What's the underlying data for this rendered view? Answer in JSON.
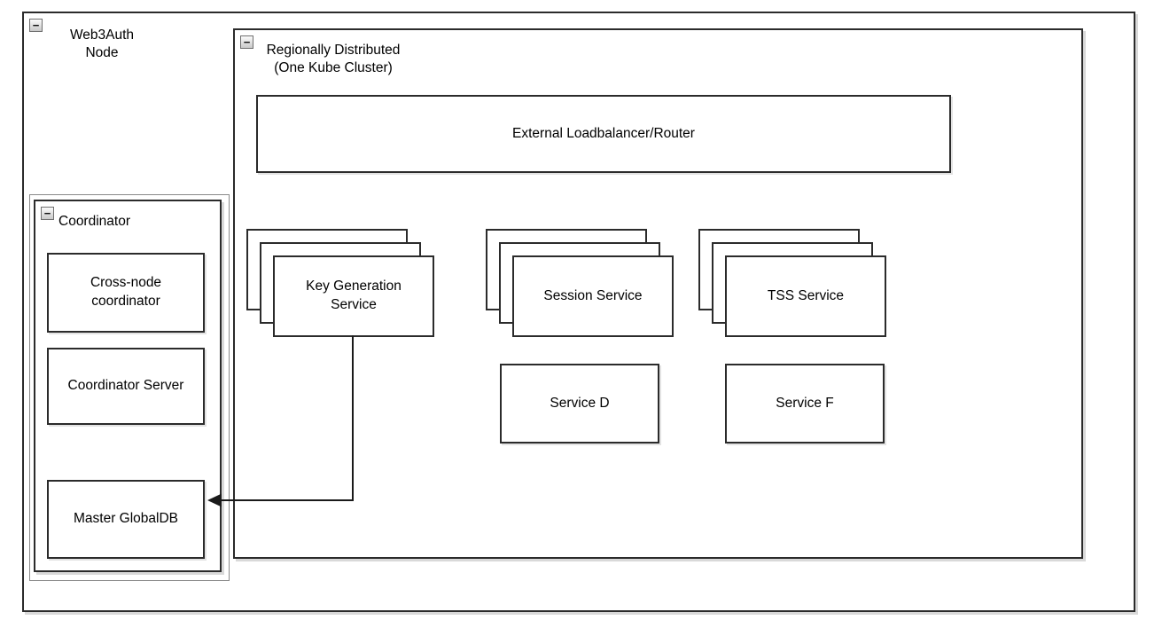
{
  "colors": {
    "background": "#ffffff",
    "shape_border": "#2b2b2b",
    "shape_fill": "#ffffff",
    "shadow": "#d9d9d9",
    "text": "#000000",
    "collapse_icon_border": "#6f6f6f"
  },
  "icons": {
    "collapse_glyph": "−"
  },
  "web3auth": {
    "label": "Web3Auth\nNode"
  },
  "regionally": {
    "label": "Regionally Distributed\n(One Kube Cluster)",
    "external_lb": {
      "label": "External Loadbalancer/Router"
    },
    "services": {
      "key_generation": {
        "label": "Key Generation\nService",
        "replicas": 3
      },
      "session": {
        "label": "Session Service",
        "replicas": 3
      },
      "tss": {
        "label": "TSS Service",
        "replicas": 3
      },
      "service_d": {
        "label": "Service D"
      },
      "service_f": {
        "label": "Service F"
      }
    }
  },
  "coordinator": {
    "label": "Coordinator",
    "cross_node": {
      "label": "Cross-node\ncoordinator"
    },
    "server": {
      "label": "Coordinator Server"
    },
    "master_db": {
      "label": "Master GlobalDB"
    }
  },
  "connections": [
    {
      "from": "Key Generation Service",
      "to": "Master GlobalDB",
      "arrow": "to"
    }
  ]
}
